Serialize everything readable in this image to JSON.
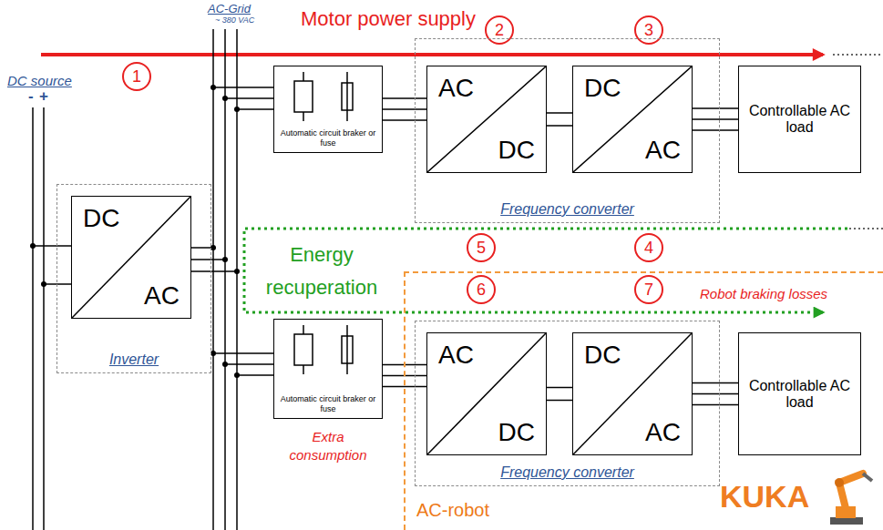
{
  "diagram": {
    "nodes": [
      {
        "text": [
          "1"
        ]
      },
      {
        "text": [
          "2"
        ]
      },
      {
        "text": [
          "3"
        ]
      },
      {
        "text": [
          "Inverter"
        ]
      },
      {
        "text": [
          "DC",
          "AC"
        ],
        "in": 3
      },
      {
        "text": [
          "Automatic circuit braker or fuse"
        ]
      },
      {
        "text": [
          "Frequency converter"
        ]
      },
      {
        "text": [
          "AC",
          "DC"
        ],
        "in": 6
      },
      {
        "text": [
          "DC",
          "AC"
        ],
        "in": 6
      },
      {
        "text": [
          "Controllable AC load"
        ]
      },
      {
        "text": [
          "5"
        ]
      },
      {
        "text": [
          "4"
        ]
      },
      {
        "text": [
          "AC-robot"
        ]
      },
      {
        "text": [
          "6"
        ],
        "in": 12
      },
      {
        "text": [
          "7"
        ],
        "in": 12
      },
      {
        "text": [
          "Automatic circuit braker or fuse"
        ]
      },
      {
        "text": [
          "Frequency converter"
        ],
        "in": 12
      },
      {
        "text": [
          "AC",
          "DC"
        ],
        "in": 16
      },
      {
        "text": [
          "DC",
          "AC"
        ],
        "in": 16
      },
      {
        "text": [
          "Controllable AC load"
        ],
        "in": 12
      }
    ],
    "edges": [
      {
        "from": 5,
        "to": 7,
        "arrow": "none"
      },
      {
        "from": 7,
        "to": 8,
        "arrow": "none"
      },
      {
        "from": 8,
        "to": 9,
        "arrow": "none"
      },
      {
        "from": 15,
        "to": 17,
        "arrow": "none"
      },
      {
        "from": 17,
        "to": 18,
        "arrow": "none"
      },
      {
        "from": 18,
        "to": 19,
        "arrow": "none"
      }
    ],
    "labels": [
      "AC-Grid",
      "~ 380 VAC",
      "Motor power supply",
      "DC source",
      "-",
      "+",
      "Energy recuperation",
      "Robot braking losses",
      "Extra consumption",
      "KUKA"
    ]
  }
}
